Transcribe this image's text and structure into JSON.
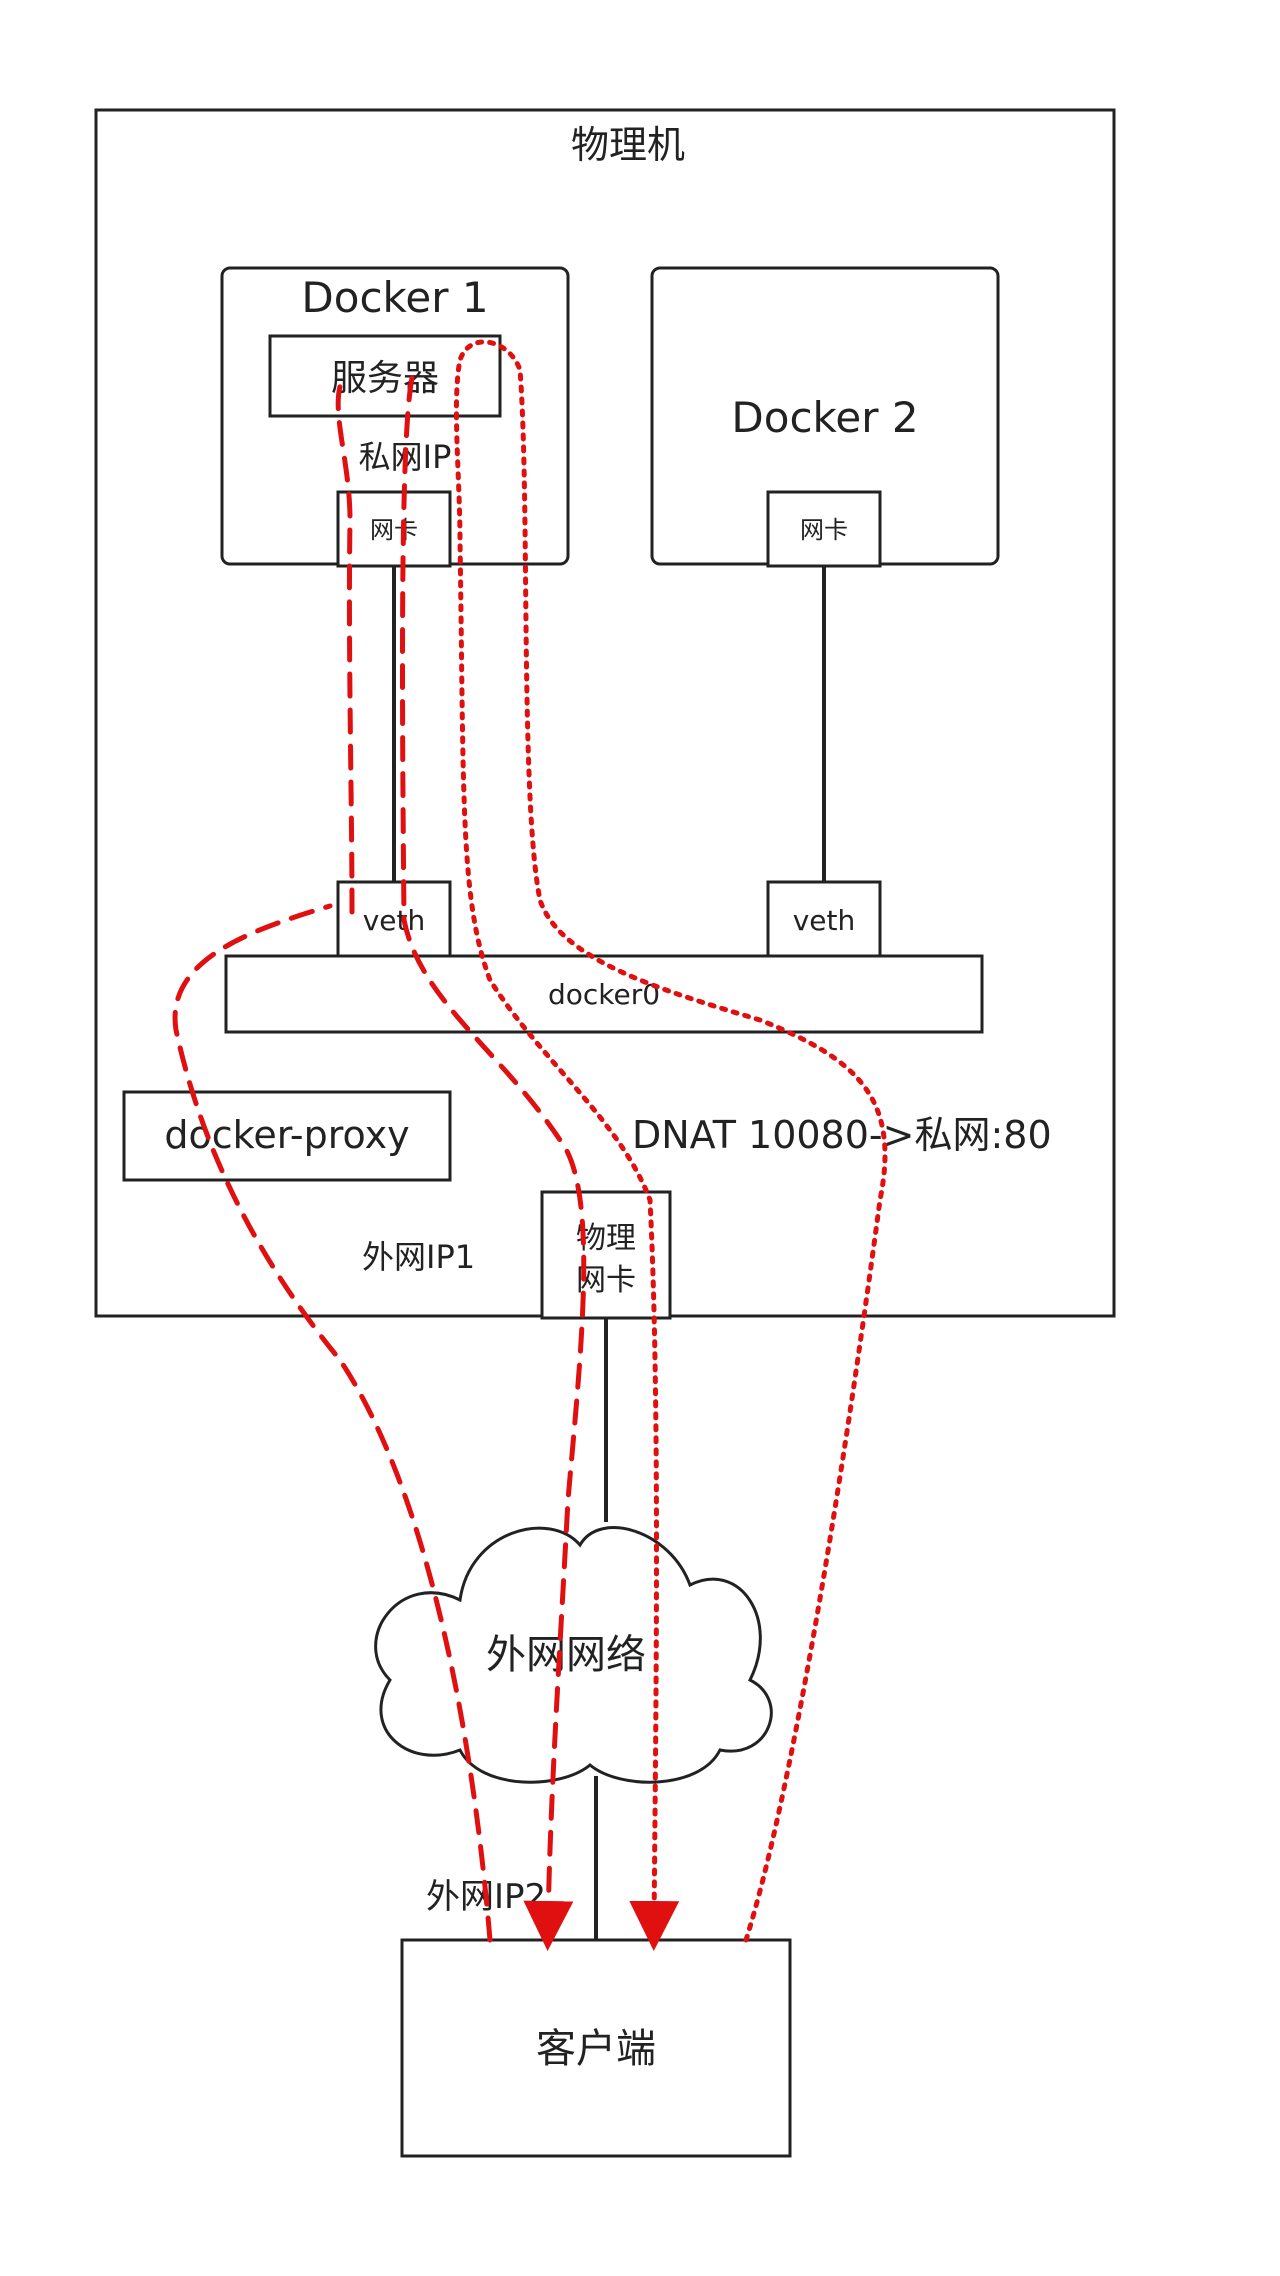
{
  "host": {
    "title": "物理机"
  },
  "docker1": {
    "title": "Docker 1",
    "server": "服务器",
    "private_ip": "私网IP",
    "nic": "网卡",
    "veth": "veth"
  },
  "docker2": {
    "title": "Docker 2",
    "nic": "网卡",
    "veth": "veth"
  },
  "bridge": {
    "label": "docker0"
  },
  "proxy": {
    "label": "docker-proxy"
  },
  "dnat": {
    "label": "DNAT 10080->私网:80"
  },
  "physical_nic": {
    "line1": "物理",
    "line2": "网卡"
  },
  "external_ip1": {
    "label": "外网IP1"
  },
  "network": {
    "label": "外网网络"
  },
  "external_ip2": {
    "label": "外网IP2"
  },
  "client": {
    "label": "客户端"
  },
  "colors": {
    "flow": "#e01010",
    "stroke": "#222222"
  }
}
